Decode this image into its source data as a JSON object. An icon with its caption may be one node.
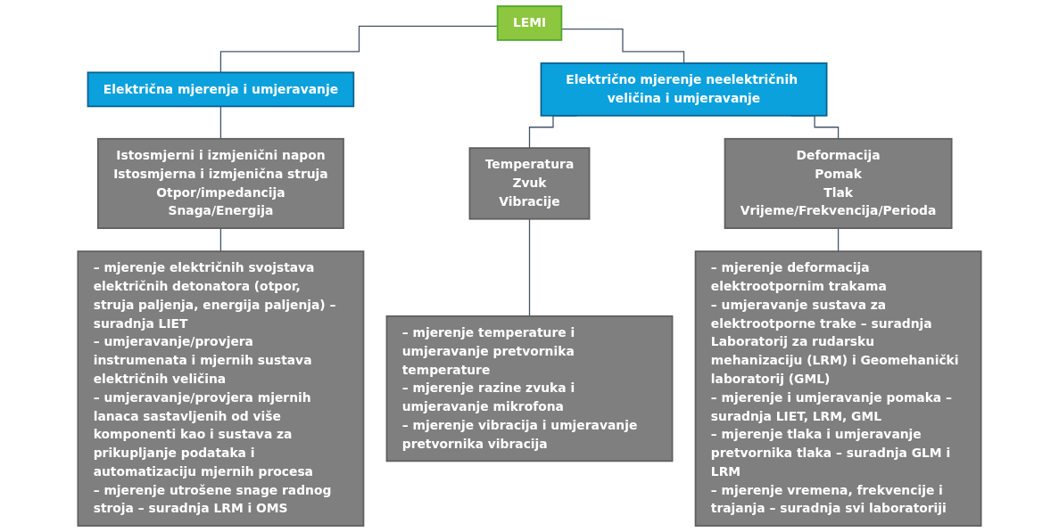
{
  "diagram": {
    "nodes": [
      {
        "text": [
          "LEMI"
        ]
      },
      {
        "text": [
          "Električna mjerenja i umjeravanje"
        ]
      },
      {
        "text": [
          "Električno mjerenje neelektričnih veličina i umjeravanje"
        ]
      },
      {
        "text": [
          "Istosmjerni i izmjenični napon",
          "Istosmjerna i izmjenična struja",
          "Otpor/impedancija",
          "Snaga/Energija"
        ]
      },
      {
        "text": [
          "– mjerenje električnih svojstava električnih detonatora (otpor, struja paljenja, energija paljenja) – suradnja LIET",
          "– umjeravanje/provjera instrumenata i mjernih sustava električnih veličina",
          "– umjeravanje/provjera mjernih lanaca sastavljenih od više komponenti kao i sustava za prikupljanje podataka i automatizaciju mjernih procesa",
          "– mjerenje utrošene snage radnog stroja – suradnja LRM i OMS"
        ]
      },
      {
        "text": [
          "Temperatura",
          "Zvuk",
          "Vibracije"
        ]
      },
      {
        "text": [
          "– mjerenje temperature i umjeravanje pretvornika temperature",
          "– mjerenje razine zvuka i umjeravanje mikrofona",
          "– mjerenje vibracija i umjeravanje pretvornika vibracija"
        ]
      },
      {
        "text": [
          "Deformacija",
          "Pomak",
          "Tlak",
          "Vrijeme/Frekvencija/Perioda"
        ]
      },
      {
        "text": [
          "– mjerenje deformacija elektrootpornim trakama",
          "– umjeravanje sustava za elektrootporne trake – suradnja Laboratorij za rudarsku mehanizaciju (LRM) i Geomehanički laboratorij (GML)",
          "– mjerenje i umjeravanje pomaka – suradnja LIET, LRM, GML",
          "– mjerenje tlaka i umjeravanje pretvornika tlaka – suradnja GLM i LRM",
          "– mjerenje vremena, frekvencije i trajanja – suradnja svi laboratoriji"
        ]
      }
    ],
    "edges": [
      {
        "from": 0,
        "to": 1,
        "arrow": "none"
      },
      {
        "from": 0,
        "to": 2,
        "arrow": "none"
      },
      {
        "from": 1,
        "to": 3,
        "arrow": "none"
      },
      {
        "from": 3,
        "to": 4,
        "arrow": "none"
      },
      {
        "from": 2,
        "to": 5,
        "arrow": "none"
      },
      {
        "from": 5,
        "to": 6,
        "arrow": "none"
      },
      {
        "from": 2,
        "to": 7,
        "arrow": "none"
      },
      {
        "from": 7,
        "to": 8,
        "arrow": "none"
      }
    ]
  }
}
